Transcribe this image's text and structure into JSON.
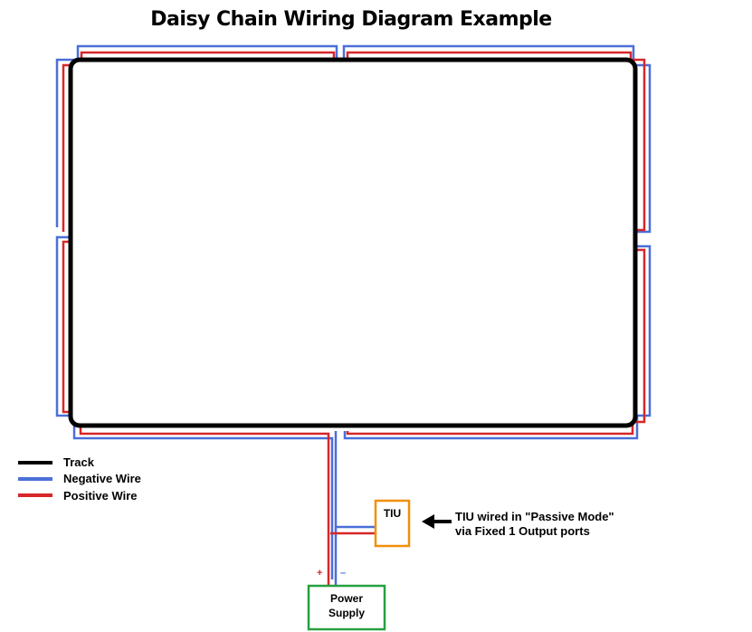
{
  "title": "Daisy Chain Wiring Diagram Example",
  "legend": [
    {
      "label": "Track",
      "color": "#000000"
    },
    {
      "label": "Negative Wire",
      "color": "#4a6fd8"
    },
    {
      "label": "Positive Wire",
      "color": "#d62728"
    }
  ],
  "tiu": {
    "label": "TIU",
    "color": "#f0900a"
  },
  "power_supply": {
    "line1": "Power",
    "line2": "Supply",
    "color": "#27a040"
  },
  "polarity": {
    "positive": "+",
    "negative": "–"
  },
  "note": {
    "line1": "TIU wired in \"Passive Mode\"",
    "line2": "via Fixed 1 Output ports"
  }
}
